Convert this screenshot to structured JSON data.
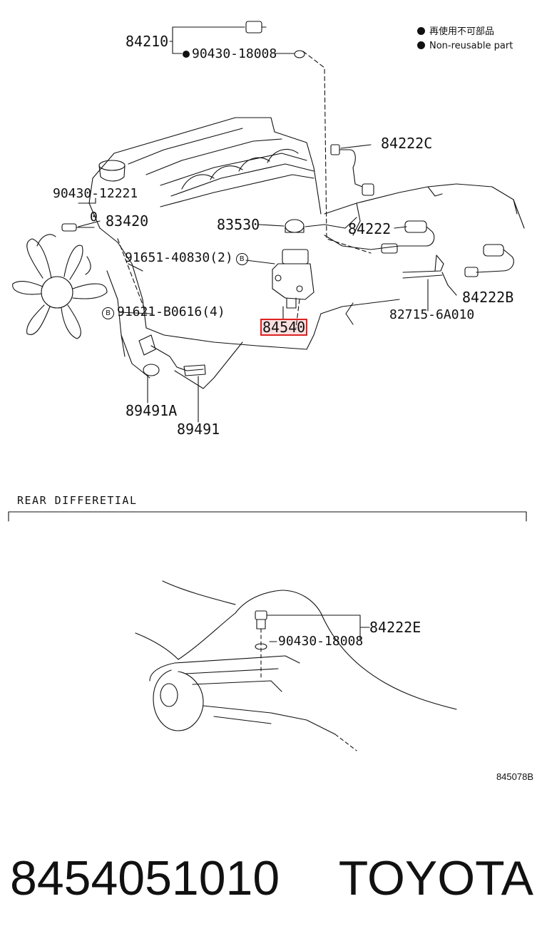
{
  "legend": {
    "reuse_jp": "再使用不可部品",
    "reuse_en": "Non-reusable part"
  },
  "upper": {
    "l84210": "84210",
    "l90430a": "90430-18008",
    "l84222c": "84222C",
    "l90430b": "90430-12221",
    "l0": "0",
    "l83420": "83420",
    "l83530": "83530",
    "l84222": "84222",
    "l91651": "91651-40830(2)",
    "l84222b": "84222B",
    "l91621": "91621-B0616(4)",
    "l82715": "82715-6A010",
    "l84540": "84540",
    "l89491a": "89491A",
    "l89491": "89491"
  },
  "section": {
    "title": "REAR DIFFERETIAL"
  },
  "lower": {
    "l84222e": "84222E",
    "l90430c": "90430-18008"
  },
  "diagram_code": "845078B",
  "footer": {
    "part_number": "8454051010",
    "brand": "TOYOTA"
  },
  "colors": {
    "line": "#111111",
    "highlight": "#d22222"
  }
}
